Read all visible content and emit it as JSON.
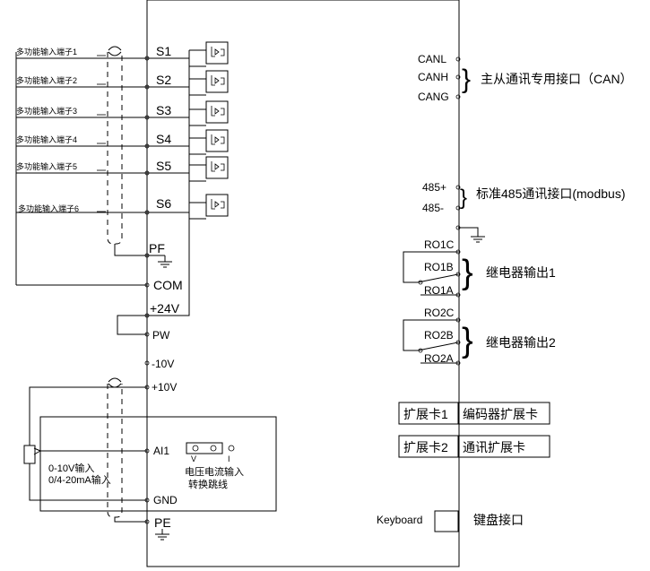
{
  "inputs": {
    "terminal_label": "多功能输入端子",
    "rows": [
      {
        "index": "1",
        "terminal": "S1"
      },
      {
        "index": "2",
        "terminal": "S2"
      },
      {
        "index": "3",
        "terminal": "S3"
      },
      {
        "index": "4",
        "terminal": "S4"
      },
      {
        "index": "5",
        "terminal": "S5"
      },
      {
        "index": "6",
        "terminal": "S6"
      }
    ]
  },
  "left_terminals": {
    "pf": "PF",
    "com": "COM",
    "plus24v": "+24V",
    "pw": "PW",
    "minus10v": "-10V",
    "plus10v": "+10V",
    "ai1": "AI1",
    "gnd": "GND",
    "pe": "PE"
  },
  "analog": {
    "range_line1": "0-10V输入",
    "range_line2": "0/4-20mA输入",
    "jumper_v": "V",
    "jumper_i": "I",
    "jumper_note_line1": "电压电流输入",
    "jumper_note_line2": "转换跳线"
  },
  "can": {
    "canl": "CANL",
    "canh": "CANH",
    "cang": "CANG",
    "description": "主从通讯专用接口（CAN）"
  },
  "rs485": {
    "plus": "485+",
    "minus": "485-",
    "description": "标准485通讯接口(modbus)"
  },
  "relay1": {
    "c": "RO1C",
    "b": "RO1B",
    "a": "RO1A",
    "description": "继电器输出1"
  },
  "relay2": {
    "c": "RO2C",
    "b": "RO2B",
    "a": "RO2A",
    "description": "继电器输出2"
  },
  "expansion": {
    "card1_slot": "扩展卡1",
    "card1_name": "编码器扩展卡",
    "card2_slot": "扩展卡2",
    "card2_name": "通讯扩展卡"
  },
  "keyboard": {
    "label": "Keyboard",
    "description": "键盘接口"
  }
}
